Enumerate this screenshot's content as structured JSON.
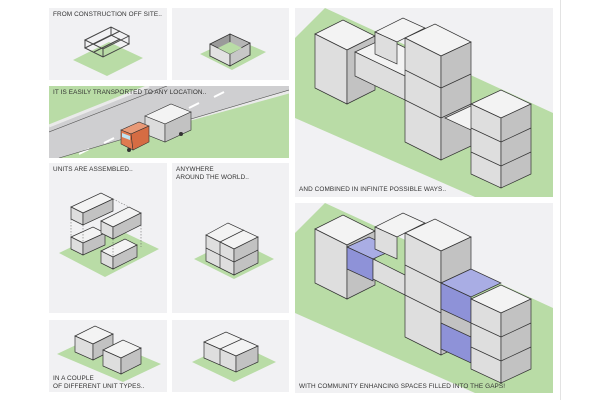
{
  "colors": {
    "panel_bg": "#f1f1f3",
    "ground_green": "#b9dca6",
    "road_gray": "#cfcfd1",
    "box_top": "#f3f3f3",
    "box_left": "#dedede",
    "box_right": "#c2c2c2",
    "community_blue": "#8e92d8",
    "community_blue_top": "#a9ade4",
    "truck_orange": "#e07a50",
    "outline": "#333333"
  },
  "panels": [
    {
      "id": "construction",
      "caption": "From construction off site..",
      "illustration": "wireframe-module-icon"
    },
    {
      "id": "module-shell",
      "caption": "",
      "illustration": "open-module-box-icon"
    },
    {
      "id": "transport",
      "caption": "It is easily transported to any location..",
      "illustration": "truck-on-road-icon"
    },
    {
      "id": "assembled",
      "caption": "Units are assembled..",
      "illustration": "stacking-units-icon"
    },
    {
      "id": "anywhere",
      "caption": "Anywhere\naround the world..",
      "illustration": "stacked-block-icon"
    },
    {
      "id": "unit-types",
      "caption": "In a couple\nof different unit types..",
      "illustration": "two-unit-types-icon"
    },
    {
      "id": "joined-units",
      "caption": "",
      "illustration": "joined-units-icon"
    },
    {
      "id": "combined",
      "caption": "And combined in infinite possible ways..",
      "illustration": "modular-complex-icon"
    },
    {
      "id": "community",
      "caption": "With community enhancing spaces filled into the gaps!",
      "illustration": "modular-complex-community-icon"
    }
  ]
}
